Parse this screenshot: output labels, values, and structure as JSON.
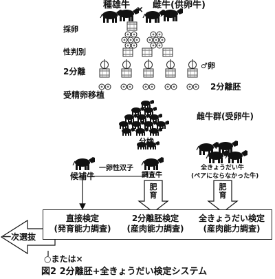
{
  "top": {
    "sire_label": "種雄牛",
    "cross_mark": "×",
    "dam_label": "雌牛(供卵牛)"
  },
  "steps": {
    "collection": "採卵",
    "sexing": "性判別",
    "male_egg": "♂卵",
    "bisection": "2分離",
    "bisected_embryo": "2分離胚",
    "transfer": "受精卵移植",
    "recipient_herd": "雌牛群(受卵牛)",
    "calving": "分娩"
  },
  "middle": {
    "candidate": "候補牛",
    "twins": "一卵性双子",
    "test_cattle": "調査牛",
    "fullsib_line1": "全きょうだい牛",
    "fullsib_line2": "(ペアにならなかった牛)",
    "fattening": "肥育"
  },
  "tests": {
    "direct_line1": "直接検定",
    "direct_line2": "(発育能力調査)",
    "twin_line1": "2分離胚検定",
    "twin_line2": "(産肉能力調査)",
    "fullsib_line1": "全きょうだい検定",
    "fullsib_line2": "(産肉能力調査)"
  },
  "selection": {
    "first_selection": "一次選抜",
    "result": "○または×"
  },
  "caption": "図2 2分離胚+全きょうだい検定システム"
}
